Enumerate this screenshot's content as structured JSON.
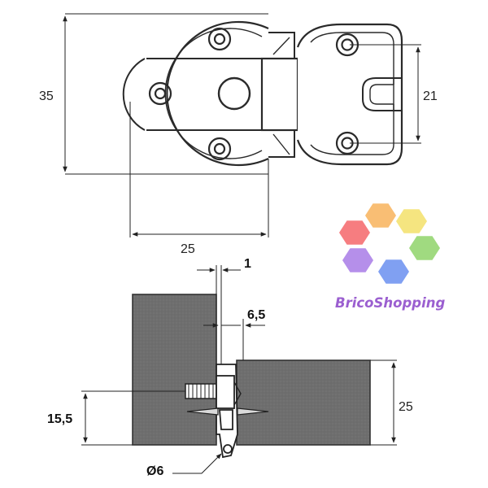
{
  "top_view": {
    "dim_height": "35",
    "dim_hole_spacing": "21",
    "dim_width": "25"
  },
  "side_view": {
    "dim_gap": "1",
    "dim_offset": "6,5",
    "dim_height_left": "15,5",
    "dim_height_right": "25",
    "dim_diameter": "Ø6"
  },
  "logo": {
    "text": "BricoShopping",
    "text_color": "#9b5fd0",
    "hex_colors": [
      "#f4666a",
      "#f8b35c",
      "#f3e06a",
      "#8fd36a",
      "#6a8ff0",
      "#a87be6"
    ]
  },
  "colors": {
    "line": "#2a2a2a",
    "wood": "#6f6f6f",
    "wood_dark": "#5e5e5e"
  }
}
